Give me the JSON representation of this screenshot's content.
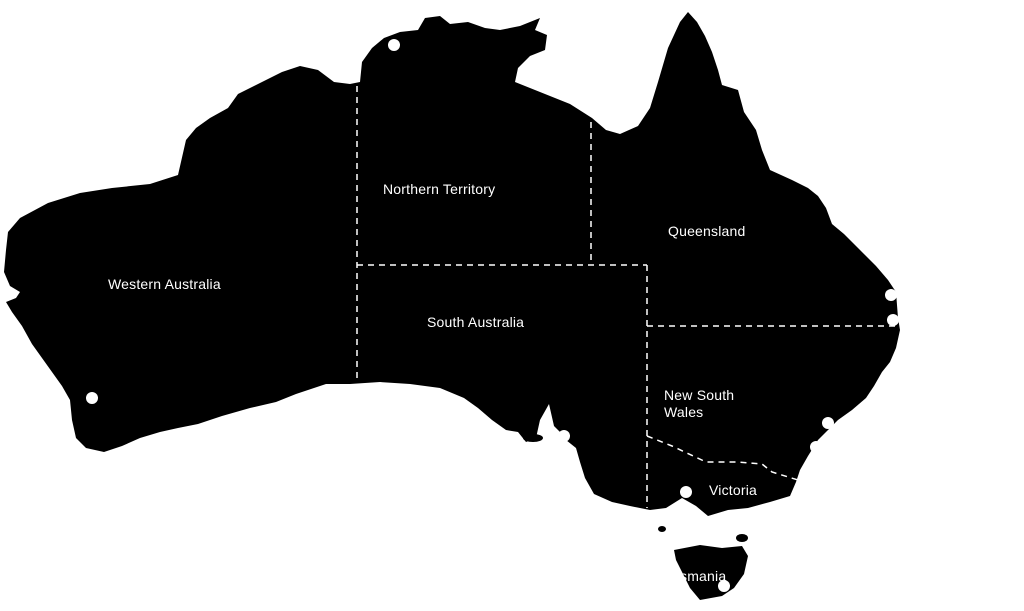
{
  "map": {
    "land_color": "#000000",
    "background_color": "#ffffff",
    "border_color": "#ffffff",
    "label_color": "#ffffff",
    "border_style": "dashed",
    "states": [
      {
        "id": "western-australia",
        "label": "Western Australia"
      },
      {
        "id": "northern-territory",
        "label": "Northern Territory"
      },
      {
        "id": "queensland",
        "label": "Queensland"
      },
      {
        "id": "south-australia",
        "label": "South Australia"
      },
      {
        "id": "new-south-wales",
        "label": "New South\nWales"
      },
      {
        "id": "victoria",
        "label": "Victoria"
      },
      {
        "id": "tasmania",
        "label": "smania"
      }
    ],
    "markers": [
      {
        "name": "perth-marker",
        "city": "Perth"
      },
      {
        "name": "darwin-marker",
        "city": "Darwin"
      },
      {
        "name": "adelaide-marker",
        "city": "Adelaide"
      },
      {
        "name": "melbourne-marker",
        "city": "Melbourne"
      },
      {
        "name": "hobart-marker",
        "city": "Hobart"
      },
      {
        "name": "sydney-marker",
        "city": "Sydney"
      },
      {
        "name": "newcastle-marker",
        "city": "Newcastle"
      },
      {
        "name": "brisbane-marker",
        "city": "Brisbane"
      },
      {
        "name": "gold-coast-marker",
        "city": "Gold Coast"
      }
    ]
  }
}
